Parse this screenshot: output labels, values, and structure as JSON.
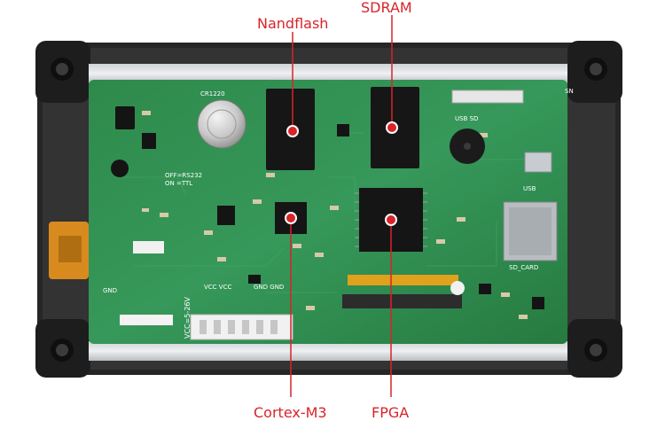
{
  "callouts": {
    "nandflash": "Nandflash",
    "sdram": "SDRAM",
    "cortex": "Cortex-M3",
    "fpga": "FPGA"
  },
  "board": {
    "battery": "CR1220",
    "usb_sd": "USB SD",
    "usb": "USB",
    "sd_card": "SD_CARD",
    "vcc": "VCC=5-26V",
    "gnd": "GND",
    "sn": "SN",
    "rs232": "OFF=RS232",
    "ttl": "ON =TTL",
    "gnd_gnd": "GND GND",
    "vcc_vcc": "VCC VCC"
  },
  "colors": {
    "callout": "#d9232a",
    "pcb": "#2f8a4c",
    "frame": "#2a2a2a"
  }
}
